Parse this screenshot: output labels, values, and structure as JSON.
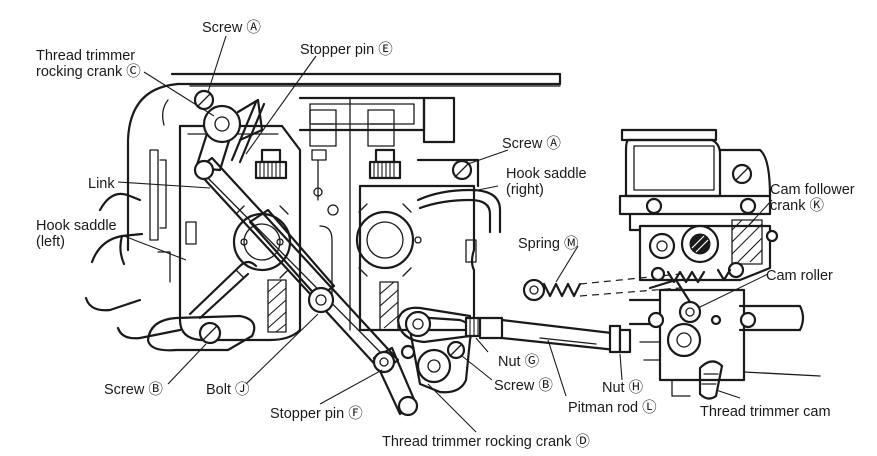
{
  "labels": {
    "screw_a_top": "Screw Ⓐ",
    "stopper_pin_e": "Stopper pin Ⓔ",
    "trimmer_crank_c_line1": "Thread trimmer",
    "trimmer_crank_c_line2": "rocking crank Ⓒ",
    "screw_a_right": "Screw Ⓐ",
    "hook_saddle_right_line1": "Hook saddle",
    "hook_saddle_right_line2": "(right)",
    "link": "Link",
    "hook_saddle_left_line1": "Hook saddle",
    "hook_saddle_left_line2": "(left)",
    "cam_follower_line1": "Cam follower",
    "cam_follower_line2": "crank Ⓚ",
    "spring_m": "Spring Ⓜ",
    "cam_roller": "Cam roller",
    "nut_g": "Nut Ⓖ",
    "screw_b_left": "Screw Ⓑ",
    "bolt_j": "Bolt Ⓙ",
    "screw_b_right": "Screw Ⓑ",
    "nut_h": "Nut Ⓗ",
    "pitman_rod_l": "Pitman rod Ⓛ",
    "thread_trimmer_cam": "Thread trimmer cam",
    "stopper_pin_f": "Stopper pin Ⓕ",
    "trimmer_crank_d": "Thread trimmer rocking crank Ⓓ"
  }
}
